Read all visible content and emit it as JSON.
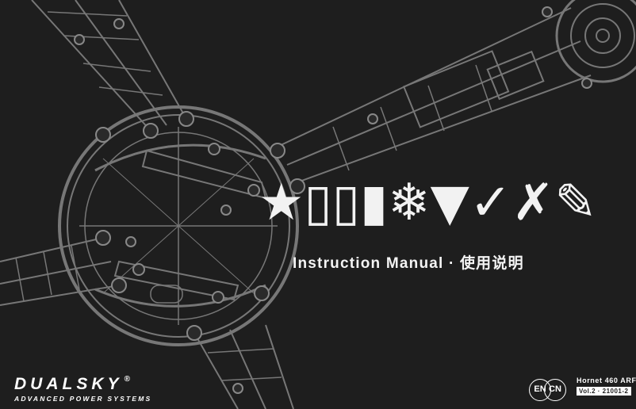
{
  "cover": {
    "title_symbols": "★▯▯▮❄▼✓✗✎",
    "subtitle": "Instruction Manual · 使用说明",
    "brand": {
      "name": "DUALSKY",
      "registered_mark": "®",
      "tagline": "ADVANCED POWER SYSTEMS"
    },
    "languages": [
      "EN",
      "CN"
    ],
    "model": "Hornet 460 ARF",
    "version": "Vol.2 · 21001-2"
  },
  "colors": {
    "background": "#1e1e1e",
    "line_art": "#7a7a7a",
    "text": "#ffffff"
  }
}
